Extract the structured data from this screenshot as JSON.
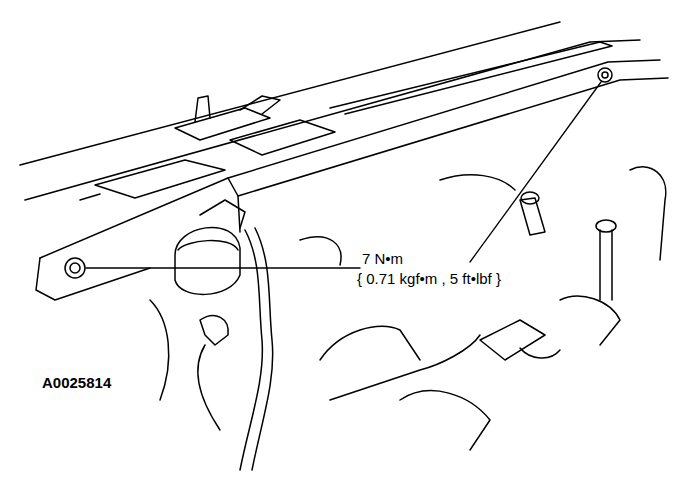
{
  "diagram": {
    "labels": [
      "7 N•m",
      "{ 0.71 kgf•m , 5 ft•lbf }",
      "A0025814"
    ]
  }
}
